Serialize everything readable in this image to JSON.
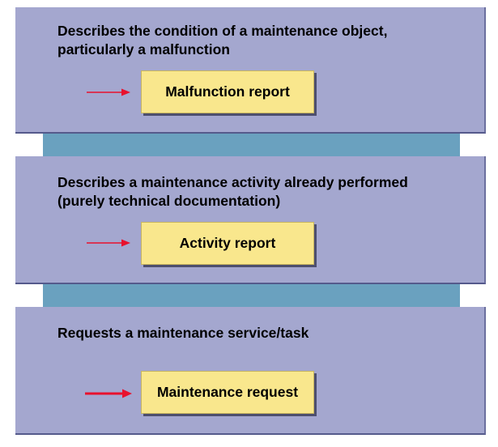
{
  "colors": {
    "panel_fill": "#a4a7cf",
    "connector_fill": "#6aa1bf",
    "box_fill": "#f9e78d",
    "arrow": "#e8112d"
  },
  "panels": [
    {
      "description": "Describes the condition of a maintenance object,\nparticularly a malfunction",
      "box_label": "Malfunction report",
      "arrow_icon": "arrow-right-icon"
    },
    {
      "description": "Describes a maintenance activity already performed\n(purely technical documentation)",
      "box_label": "Activity report",
      "arrow_icon": "arrow-right-icon"
    },
    {
      "description": "Requests a maintenance service/task",
      "box_label": "Maintenance request",
      "arrow_icon": "arrow-right-icon"
    }
  ]
}
